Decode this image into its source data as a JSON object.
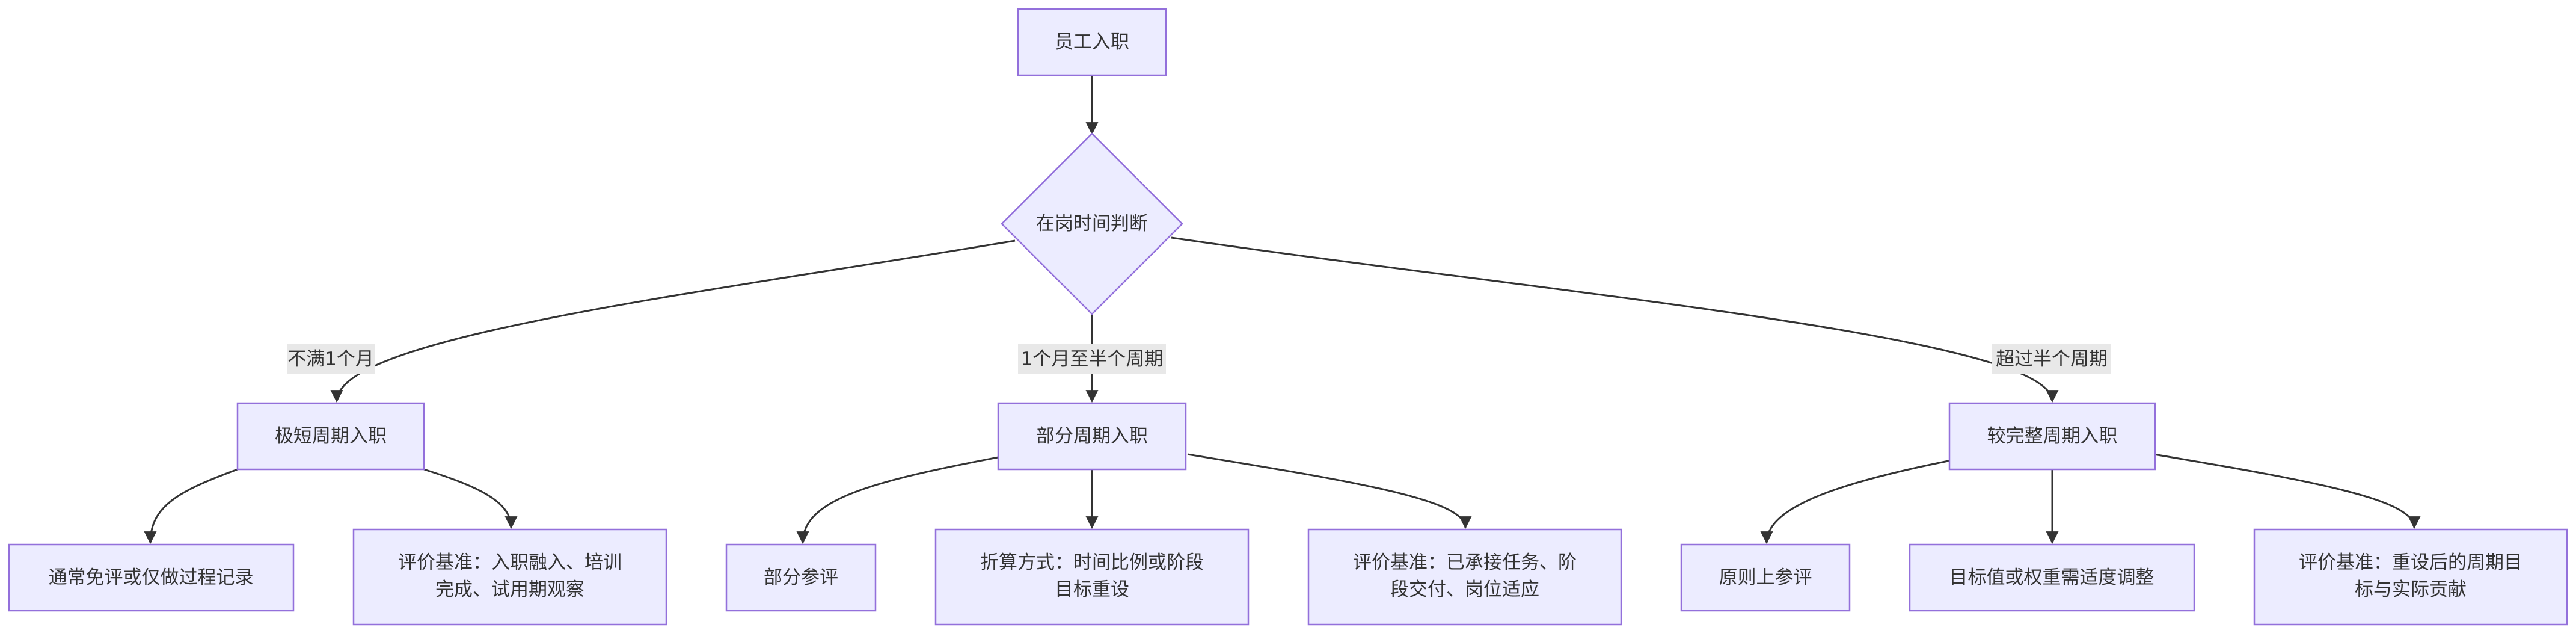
{
  "nodes": {
    "start": "员工入职",
    "decision": "在岗时间判断",
    "short": "极短周期入职",
    "partial": "部分周期入职",
    "full": "较完整周期入职",
    "short_a": "通常免评或仅做过程记录",
    "short_b": [
      "评价基准：入职融入、培训",
      "完成、试用期观察"
    ],
    "partial_a": "部分参评",
    "partial_b": [
      "折算方式：时间比例或阶段",
      "目标重设"
    ],
    "partial_c": [
      "评价基准：已承接任务、阶",
      "段交付、岗位适应"
    ],
    "full_a": "原则上参评",
    "full_b": "目标值或权重需适度调整",
    "full_c": [
      "评价基准：重设后的周期目",
      "标与实际贡献"
    ]
  },
  "edge_labels": {
    "short": "不满1个月",
    "partial": "1个月至半个周期",
    "full": "超过半个周期"
  }
}
